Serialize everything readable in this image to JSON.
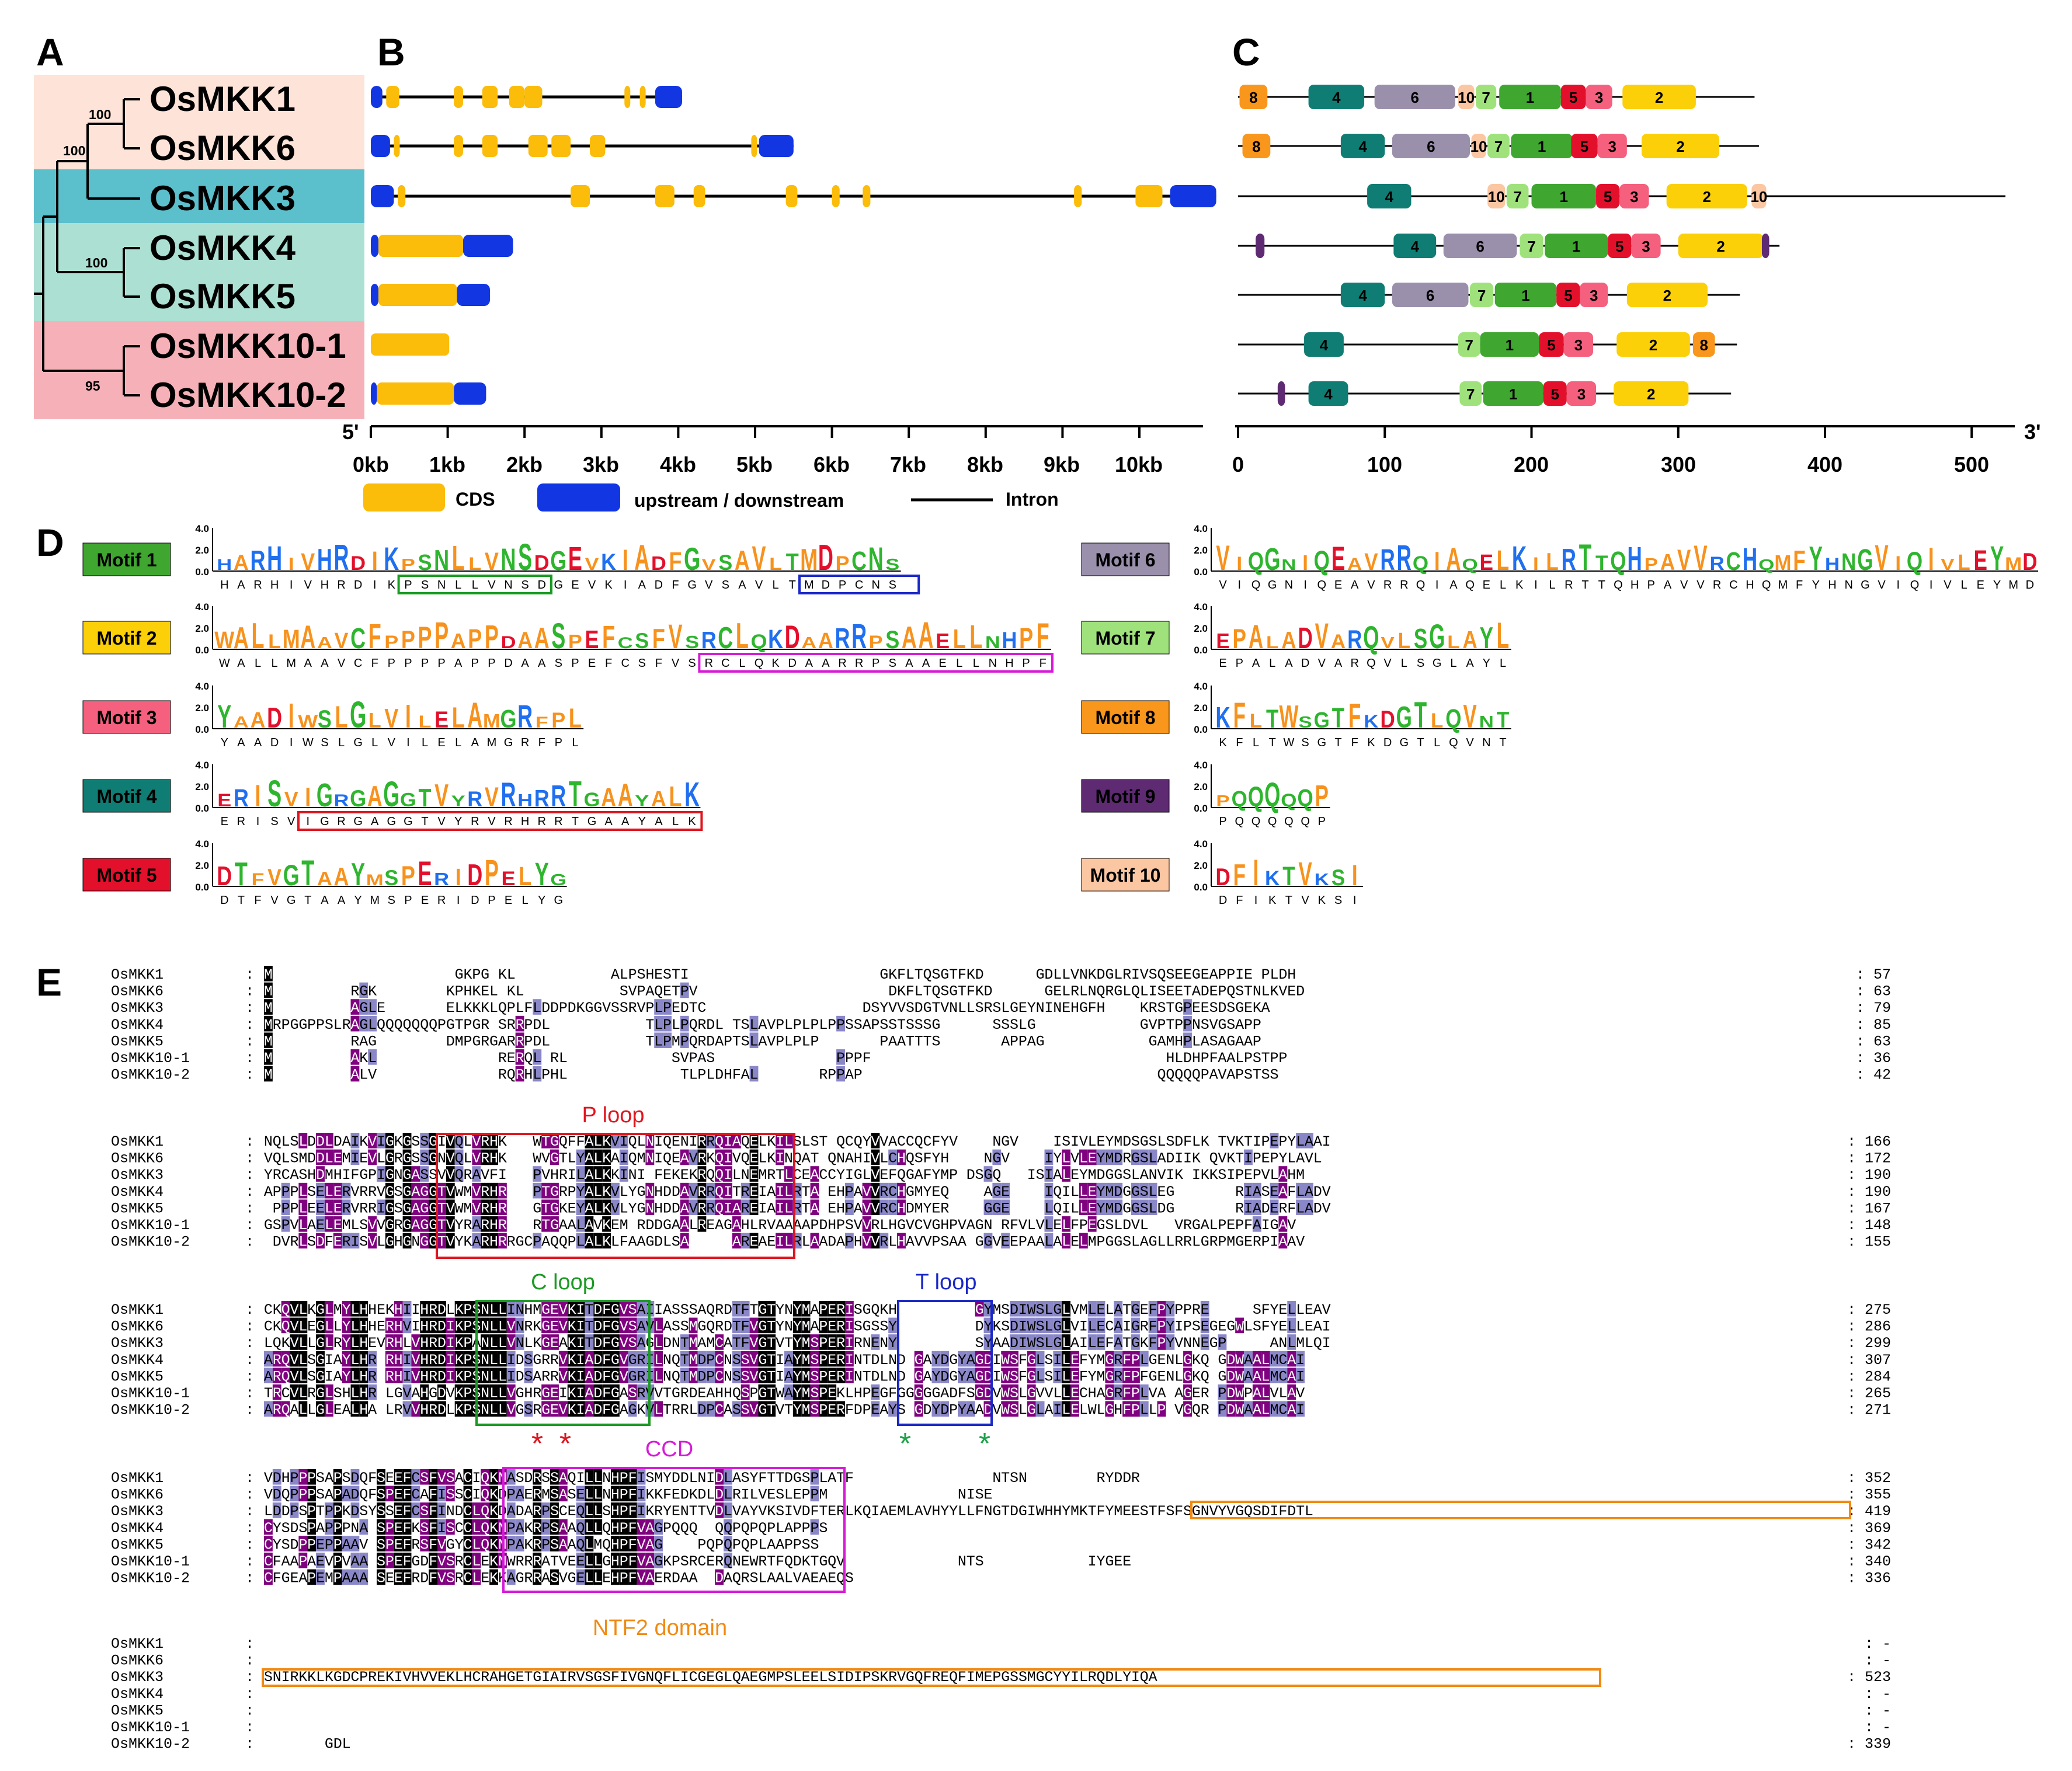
{
  "panel_letters": [
    "A",
    "B",
    "C",
    "D",
    "E"
  ],
  "panelA": {
    "genes": [
      "OsMKK1",
      "OsMKK6",
      "OsMKK3",
      "OsMKK4",
      "OsMKK5",
      "OsMKK10-1",
      "OsMKK10-2"
    ],
    "bootstrap": [
      "100",
      "100",
      "100",
      "95"
    ],
    "group_colors": [
      "#fde3d8",
      "#5cbfcc",
      "#ace0d2",
      "#f6b1b8"
    ]
  },
  "panelB": {
    "ticks": [
      "0kb",
      "1kb",
      "2kb",
      "3kb",
      "4kb",
      "5kb",
      "6kb",
      "7kb",
      "8kb",
      "9kb",
      "10kb"
    ],
    "end5": "5'",
    "legend": {
      "cds": "CDS",
      "utr": "upstream / downstream",
      "intron": "Intron"
    },
    "colors": {
      "cds": "#fbbc0a",
      "utr": "#1336e3",
      "intron": "#000000"
    },
    "genes": [
      {
        "utr": [
          [
            0,
            0.15
          ],
          [
            3.7,
            4.05
          ]
        ],
        "cds": [
          [
            0.2,
            0.37
          ],
          [
            1.08,
            1.2
          ],
          [
            1.45,
            1.65
          ],
          [
            1.8,
            2.0
          ],
          [
            2.0,
            2.23
          ],
          [
            3.3,
            3.36
          ],
          [
            3.5,
            3.56
          ]
        ]
      },
      {
        "utr": [
          [
            0,
            0.25
          ],
          [
            5.05,
            5.5
          ]
        ],
        "cds": [
          [
            0.3,
            0.37
          ],
          [
            1.08,
            1.2
          ],
          [
            1.45,
            1.65
          ],
          [
            2.05,
            2.3
          ],
          [
            2.35,
            2.6
          ],
          [
            2.85,
            3.05
          ],
          [
            4.95,
            5.02
          ]
        ]
      },
      {
        "utr": [
          [
            0,
            0.3
          ],
          [
            10.4,
            11.0
          ]
        ],
        "cds": [
          [
            0.35,
            0.45
          ],
          [
            2.6,
            2.85
          ],
          [
            3.7,
            3.95
          ],
          [
            4.2,
            4.35
          ],
          [
            5.4,
            5.55
          ],
          [
            6.0,
            6.1
          ],
          [
            6.4,
            6.5
          ],
          [
            9.15,
            9.25
          ],
          [
            9.95,
            10.3
          ]
        ]
      },
      {
        "utr": [
          [
            0,
            0.1
          ],
          [
            1.2,
            1.85
          ]
        ],
        "cds": [
          [
            0.1,
            1.2
          ]
        ]
      },
      {
        "utr": [
          [
            0,
            0.1
          ],
          [
            1.12,
            1.55
          ]
        ],
        "cds": [
          [
            0.1,
            1.12
          ]
        ]
      },
      {
        "utr": [],
        "cds": [
          [
            0,
            1.02
          ]
        ]
      },
      {
        "utr": [
          [
            0,
            0.08
          ],
          [
            1.08,
            1.5
          ]
        ],
        "cds": [
          [
            0.08,
            1.08
          ]
        ]
      }
    ]
  },
  "panelC": {
    "ticks": [
      "0",
      "100",
      "200",
      "300",
      "400",
      "500"
    ],
    "end3": "3'",
    "motif_colors": {
      "1": "#3fa630",
      "2": "#fbd009",
      "3": "#f4607d",
      "4": "#107d74",
      "5": "#e3102c",
      "6": "#9a90ac",
      "7": "#9fe27c",
      "8": "#f9961c",
      "9": "#5e2a72",
      "10": "#fbc6a2"
    },
    "genes": [
      {
        "length": 352,
        "motifs": [
          [
            1,
            20,
            8
          ],
          [
            48,
            86,
            4
          ],
          [
            93,
            148,
            6
          ],
          [
            150,
            161,
            10
          ],
          [
            162,
            176,
            7
          ],
          [
            178,
            220,
            1
          ],
          [
            220,
            237,
            5
          ],
          [
            237,
            255,
            3
          ],
          [
            262,
            312,
            2
          ]
        ]
      },
      {
        "length": 355,
        "motifs": [
          [
            3,
            22,
            8
          ],
          [
            70,
            100,
            4
          ],
          [
            105,
            158,
            6
          ],
          [
            159,
            169,
            10
          ],
          [
            170,
            185,
            7
          ],
          [
            186,
            228,
            1
          ],
          [
            227,
            245,
            5
          ],
          [
            245,
            265,
            3
          ],
          [
            275,
            328,
            2
          ]
        ]
      },
      {
        "length": 523,
        "motifs": [
          [
            88,
            118,
            4
          ],
          [
            170,
            182,
            10
          ],
          [
            183,
            198,
            7
          ],
          [
            200,
            244,
            1
          ],
          [
            244,
            260,
            5
          ],
          [
            260,
            280,
            3
          ],
          [
            292,
            347,
            2
          ],
          [
            350,
            360,
            10
          ]
        ]
      },
      {
        "length": 369,
        "motifs": [
          [
            12,
            18,
            9
          ],
          [
            106,
            135,
            4
          ],
          [
            140,
            190,
            6
          ],
          [
            192,
            208,
            7
          ],
          [
            209,
            252,
            1
          ],
          [
            252,
            268,
            5
          ],
          [
            268,
            288,
            3
          ],
          [
            300,
            358,
            2
          ],
          [
            357,
            362,
            9
          ]
        ]
      },
      {
        "length": 342,
        "motifs": [
          [
            70,
            100,
            4
          ],
          [
            105,
            157,
            6
          ],
          [
            158,
            174,
            7
          ],
          [
            175,
            217,
            1
          ],
          [
            217,
            233,
            5
          ],
          [
            233,
            252,
            3
          ],
          [
            265,
            320,
            2
          ]
        ]
      },
      {
        "length": 340,
        "motifs": [
          [
            45,
            72,
            4
          ],
          [
            150,
            165,
            7
          ],
          [
            165,
            205,
            1
          ],
          [
            205,
            222,
            5
          ],
          [
            222,
            242,
            3
          ],
          [
            258,
            308,
            2
          ],
          [
            310,
            325,
            8
          ]
        ]
      },
      {
        "length": 336,
        "motifs": [
          [
            27,
            32,
            9
          ],
          [
            48,
            75,
            4
          ],
          [
            151,
            166,
            7
          ],
          [
            167,
            208,
            1
          ],
          [
            208,
            224,
            5
          ],
          [
            224,
            244,
            3
          ],
          [
            256,
            307,
            2
          ]
        ]
      }
    ]
  },
  "panelD": {
    "y_ticks": [
      "4.0",
      "2.0",
      "0.0"
    ],
    "motifs": [
      {
        "label": "Motif 1",
        "color": "#3fa630",
        "consensus": "HARHIVHRDIKPSNLLVNSDGEVKIADFGVSAVLTMDPCNS",
        "boxes": [
          [
            11,
            9,
            "#1a9a22"
          ],
          [
            35,
            7,
            "#1a28c8"
          ]
        ]
      },
      {
        "label": "Motif 2",
        "color": "#fbd009",
        "consensus": "WALLMAAVCFPPPPAPPDAASPEFCSFVSRCLQKDAARRPSAAELLNHPF",
        "boxes": [
          [
            29,
            21,
            "#d61ad8"
          ]
        ]
      },
      {
        "label": "Motif 3",
        "color": "#f4607d",
        "consensus": "YAADIWSLGLVILELAMGRFPL",
        "boxes": []
      },
      {
        "label": "Motif 4",
        "color": "#107d74",
        "consensus": "ERISVIGRGAGGTVYRVRHRRTGAAYALK",
        "boxes": [
          [
            5,
            24,
            "#e0161f"
          ]
        ]
      },
      {
        "label": "Motif 5",
        "color": "#e3102c",
        "consensus": "DTFVGTAAYMSPERIDPELYG",
        "boxes": []
      },
      {
        "label": "Motif 6",
        "color": "#9a90ac",
        "consensus": "VIQGNIQEAVRRQIAQELKILRTTQHPAVVRCHQMFYHNGVIQIVLEYMD",
        "boxes": []
      },
      {
        "label": "Motif 7",
        "color": "#9fe27c",
        "consensus": "EPALADVARQVLSGLAYL",
        "boxes": []
      },
      {
        "label": "Motif 8",
        "color": "#f9961c",
        "consensus": "KFLTWSGTFKDGTLQVNT",
        "boxes": []
      },
      {
        "label": "Motif 9",
        "color": "#5e2a72",
        "consensus": "PQQQQQP",
        "boxes": []
      },
      {
        "label": "Motif 10",
        "color": "#fbc6a2",
        "consensus": "DFIKTVKSI",
        "boxes": []
      }
    ]
  },
  "panelE": {
    "names": [
      "OsMKK1",
      "OsMKK6",
      "OsMKK3",
      "OsMKK4",
      "OsMKK5",
      "OsMKK10-1",
      "OsMKK10-2"
    ],
    "blocks": [
      {
        "rows": [
          "M---------------------GKPG-KL-----------ALPSHESTI----------------------GKFLTQSGTFKD------GDLLVNKDGLRIVSQSEEGEAPPIE-PLDH",
          "M---------RGK--------KPHKEL-KL-----------SVPAQETPV----------------------DKFLTQSGTFKD------GELRLNQRGLQLISEETADEPQSTNLKVED",
          "M---------AGLE-------ELKKKLQPLFLDDPDKGGVSSRVPLPEDTC------------------DSYVVSDGTVNLLSRSLGEYNINEHGFH----KRSTGPEESDSGEKA",
          "MRPGGPPSLRAGLQQQQQQQPGTPGR-SRRPDL-----------TLPLPQRDL-TSLAVPLPLPLPPSSAPSSTSSSG------SSSLG------------GVPTPPNSVGSAPP",
          "M---------RAG--------DMPGRGARRPDL-----------TLPMPQRDAPTSLAVPLPLP-------PAATTTS-------APPAG------------GAMHPLASAGAAP-",
          "M---------AKL--------------RERQL-RL------------SVPAS--------------PPPF----------------------------------HLDHPFAALPSTPP",
          "M---------ALV--------------RQRHLPHL-------------TLPLDHFAL-------RPPAP----------------------------------QQQQQPAVAPSTSS-"
        ],
        "nums": [
          "57",
          "63",
          "79",
          "85",
          "63",
          "36",
          "42"
        ]
      },
      {
        "rows": [
          "NQLSLDDLDAIKVIGKGSSGIVQLVRHK---WTGQFFALKVIQLNIQENIRRQIAQELKILSLST-QCQYVVACCQCFYV----NGV----ISIVLEYMDSGSLSDFLK-TVKTIPEPYLAAI",
          "VQLSMDDLEMIEVLGRGSSGNVQLVRHK---WVGTLYALKAIQMNIQEAVRKQIVQELKINQAT-QNAHIVLCHQSFYH----NGV----IYLVLEYMDRGSLADIIK-QVKTIPEPYLAVL",
          "YRCASHDMHIFGPIGNGASSVVQRAVFI---PVHRILALKKINI-FEKEKRQQILNEMRTLCEACCYIGLVEFQGAFYMP-DSGQ---ISIALEYMDGGSLANVIK-IKKSIPEPVLAHM",
          "APPPLSELERVRRVGSGAGGTVWMVRHR---PTGRPYALKVLYGNHDDAVRRQITREIAILRTA-EHPAVVRCHGMYEQ----AGE----IQILLEYMDGGSLEG-------RIASEAFLADV",
          "-PPPLEELERVRRIGSGAGGTVWMVRHR---GTGKEYALKVLYGNHDDAVRRQIAREIAILRTA-EHPAVVRCHDMYER----GGE----LQILLEYMDGGSLDG-------RIADERFLADV",
          "GSPVLAELEMLSVVGRGAGGTVYRARHR---RTGAALAVKEM-RDDGAALREAGAHLRVAAAAPDHPSVVRLHGVCVGHPVAGN-RFVLVLELFPEGSLDVL---VRGALPEPFAIGAV",
          "-DVRLSDFERISVLGHGNGGTVYKARHRRGCPAQQPLALKLFAAGDLSA-----AREAEILRLAADAPHVVRLHAVVPSAA-GGVEEPAALALELMPGGSLAGLLRRLGRPMGERPIAAV"
        ],
        "nums": [
          "166",
          "172",
          "190",
          "190",
          "167",
          "148",
          "155"
        ]
      },
      {
        "rows": [
          "CKQVLKGLMYLHHEKHIIHRDLKPSNLLINHMGEVKITDFGVSAIIASSSAQRDTFTGTYNYMAPERISGQKH---------GYMSDIWSLGLVMLELATGEFPYPPRE-----SFYELLEAV",
          "CKQVLEGLLYLHHERHVIHRDIKPSNLLVNRKGEVKITDFGVSAVLASSMGQRDTFVGTYNYMAPERISGSSY---------DYKSDIWSLGLVILECAIGRFPYIPSEGEGWLSFYELLEAI",
          "LQKVLLGLRYLHEVRHLVHRDIKPANLLVNLKGEAKITDFGVSAGLDNTMAMCATFVGTVTYMSPERIRNENY---------SYAADIWSLGLAILEFATGKFPYVNNEGP-----ANLMLQI",
          "ARQVLSGIAYLHR-RHIVHRDIKPSNLLIDSGRRVKIADFGVGRILNQTMDPCNSSVGTIAYMSPERINTDLND-GAYDGYAGDIWSFGLSILEFYMGRFPLGENLGKQ-GDWAALMCAI",
          "ARQVLSGIAYLHR-RHIVHRDIKPSNLLIDSARRVKIADFGVGRILNQTMDPCNSSVGTIAYMSPERINTDLND-GAYDGYAGDIWSFGLSILEFYMGRFPFGENLGKQ-GDWAALMCAI",
          "TRCVLRGLSHLHR-LGVAHGDVKPSNLLVGHRGEIKIADFGASRVVTGRDEAHHQSPGTWAYMSPEKLHPEGFGGGGGADFSGDVWSLGVVLLECHAGRFPLVA-AGER-PDWPALVLAV",
          "ARQALLGLEALHA-LRVVHRDLKPSNLLVGSRGEVKIADFGAGKVLTRRLDPCASSVGTVTYMSPERFDPEAYS-GDYDPYAADVWSLGLAILELWLGHFPLLP-VGQR-PDWAALMCAI"
        ],
        "nums": [
          "275",
          "286",
          "299",
          "307",
          "284",
          "265",
          "271"
        ]
      },
      {
        "rows": [
          "VDHPPPSAPSDQFSEEFCSFVSACIQKNASDRSSAQILLNHPFISMYDDLNIDLASYFTTDGSPLATF----------------NTSN--------RYDDR----------------",
          "VDQPPPSAPADQFSPEFCAFISSCIQKDPAERMSASELLNHPFIKKFEDKDLDLRILVESLEPPM---------------NISE--------------------------------",
          "LDDPSPTPPKDSYSSEFCSFINDCLQKDADARPSCEQLLSHPFIKRYENTTVDLVAYVKSIVDFTERLKQIAEMLAVHYYLLFNGTDGIWHHYMKTFYMEESTFSFSGNVYVGQSDIFDTL",
          "CYSDSPAPPPNA-SPEFKSFISCCLQKNPAKRPSAAQLLQHPFVAGPQQQ--QQPQPQPLAPPPS-------------------------------------------------------",
          "CYSDPPEPPAAV-SPEFRSFVGYCLQKNPAKRPSAAQLMQHPFVAG----PQPQPQPLAAPPSS-----------------------------------------------------",
          "CFAAPAEVPVAA-SPEFGDFVSRCLEKNWRRRATVEELLGHPFVAGKPSRCERQNEWRTFQDKTGQV-------------NTS------------IYGEE-----------------",
          "CFGEAPEMPAAA-SEEFRDFVSRCLEKKAGRRASVGELLEHPFVAERDAA--DAQRSLAALVAEAEQS---------------------------------------------------"
        ],
        "nums": [
          "352",
          "355",
          "419",
          "369",
          "342",
          "340",
          "336"
        ]
      },
      {
        "rows": [
          "-------------------------------------------------------------------------------------------------------------------",
          "-------------------------------------------------------------------------------------------------------------------",
          "SNIRKKLKGDCPREKIVHVVEKLHCRAHGETGIAIRVSGSFIVGNQFLICGEGLQAEGMPSLEELSIDIPSKRVGQFREQFIMEPGSSMGCYYILRQDLYIQA",
          "-------------------------------------------------------------------------------------------------------------------",
          "-------------------------------------------------------------------------------------------------------------------",
          "-------------------------------------------------------------------------------------------------------------------",
          "-------GDL---------------------------------------------------------------------------------------------------------"
        ],
        "nums": [
          "-",
          "-",
          "523",
          "-",
          "-",
          "-",
          "339"
        ]
      }
    ],
    "annotations": {
      "p_loop": "P loop",
      "c_loop": "C loop",
      "t_loop": "T loop",
      "ccd": "CCD",
      "ntf2": "NTF2 domain",
      "star": "*"
    },
    "annotation_colors": {
      "p_loop": "#e0161f",
      "c_loop": "#1a9a22",
      "t_loop": "#1a28c8",
      "ccd": "#d61ad8",
      "ntf2": "#f08a12",
      "red_star": "#e0161f",
      "green_star": "#1fa24a"
    }
  }
}
